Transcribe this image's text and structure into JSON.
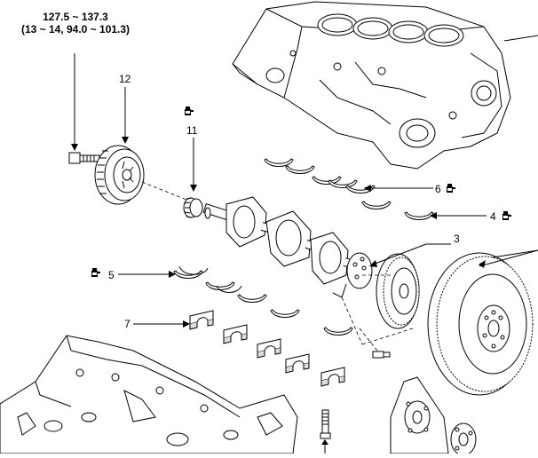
{
  "torque": {
    "line1": "127.5 ~ 137.3",
    "line2": "(13 ~ 14, 94.0 ~ 101.3)"
  },
  "callouts": {
    "c3": "3",
    "c4": "4",
    "c5": "5",
    "c6": "6",
    "c7": "7",
    "c11": "11",
    "c12": "12"
  },
  "icons": {
    "oil_can": "oil-can-icon",
    "line_color": "#000000"
  }
}
